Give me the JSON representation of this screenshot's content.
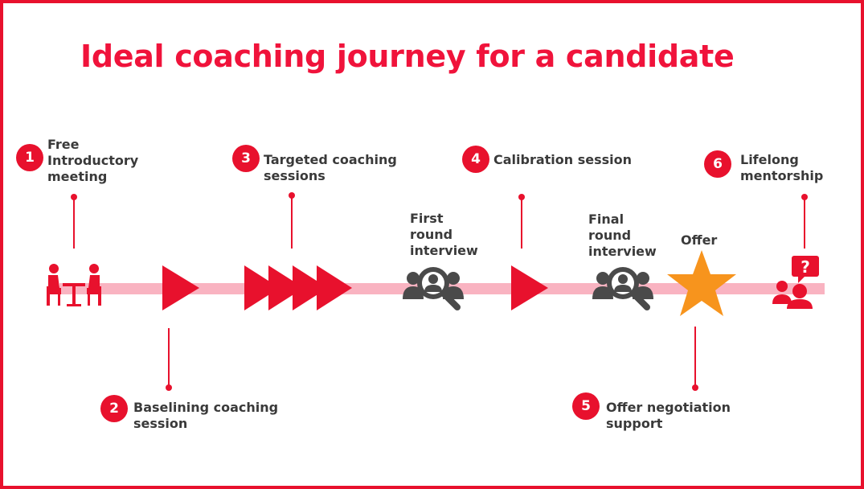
{
  "title": "Ideal coaching journey for a candidate",
  "colors": {
    "accent": "#e8112d",
    "track": "#f9b3c1",
    "text": "#3a3a3a",
    "star": "#f7941d",
    "icon_dark": "#4a4a4a"
  },
  "steps": [
    {
      "number": "1",
      "label": "Free\nIntroductory\nmeeting",
      "icon": "meeting-icon"
    },
    {
      "number": "2",
      "label": "Baselining coaching\nsession",
      "icon": "play-arrow-icon"
    },
    {
      "number": "3",
      "label": "Targeted coaching\nsessions",
      "icon": "multi-arrow-icon"
    },
    {
      "number": "4",
      "label": "Calibration session",
      "icon": "play-arrow-icon"
    },
    {
      "number": "5",
      "label": "Offer negotiation\nsupport",
      "icon": "star-icon"
    },
    {
      "number": "6",
      "label": "Lifelong\nmentorship",
      "icon": "mentorship-icon"
    }
  ],
  "milestones": [
    {
      "label": "First\nround\ninterview",
      "icon": "interview-search-icon"
    },
    {
      "label": "Final\nround\ninterview",
      "icon": "interview-search-icon"
    },
    {
      "label": "Offer",
      "icon": "star-icon"
    }
  ]
}
